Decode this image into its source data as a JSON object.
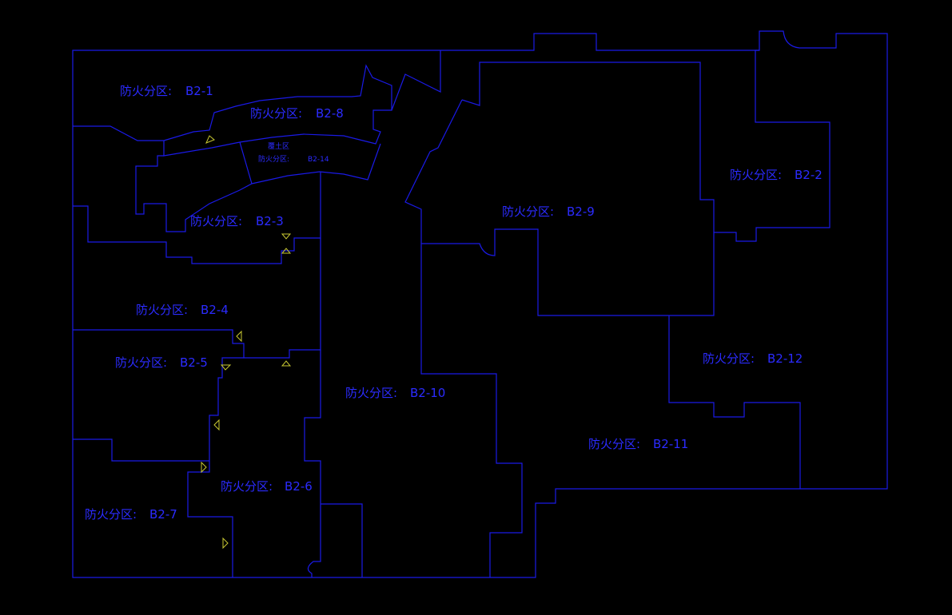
{
  "colors": {
    "background": "#000000",
    "outline": "#1a1ae6",
    "label": "#2b2bff",
    "marker": "#c8c832"
  },
  "zones": [
    {
      "id": "b2-1",
      "prefix": "防火分区:",
      "code": "B2-1"
    },
    {
      "id": "b2-2",
      "prefix": "防火分区:",
      "code": "B2-2"
    },
    {
      "id": "b2-3",
      "prefix": "防火分区:",
      "code": "B2-3"
    },
    {
      "id": "b2-4",
      "prefix": "防火分区:",
      "code": "B2-4"
    },
    {
      "id": "b2-5",
      "prefix": "防火分区:",
      "code": "B2-5"
    },
    {
      "id": "b2-6",
      "prefix": "防火分区:",
      "code": "B2-6"
    },
    {
      "id": "b2-7",
      "prefix": "防火分区:",
      "code": "B2-7"
    },
    {
      "id": "b2-8",
      "prefix": "防火分区:",
      "code": "B2-8"
    },
    {
      "id": "b2-9",
      "prefix": "防火分区:",
      "code": "B2-9"
    },
    {
      "id": "b2-10",
      "prefix": "防火分区:",
      "code": "B2-10"
    },
    {
      "id": "b2-11",
      "prefix": "防火分区:",
      "code": "B2-11"
    },
    {
      "id": "b2-12",
      "prefix": "防火分区:",
      "code": "B2-12"
    },
    {
      "id": "b2-14",
      "prefix": "防火分区:",
      "code": "B2-14",
      "title": "覆土区"
    }
  ]
}
